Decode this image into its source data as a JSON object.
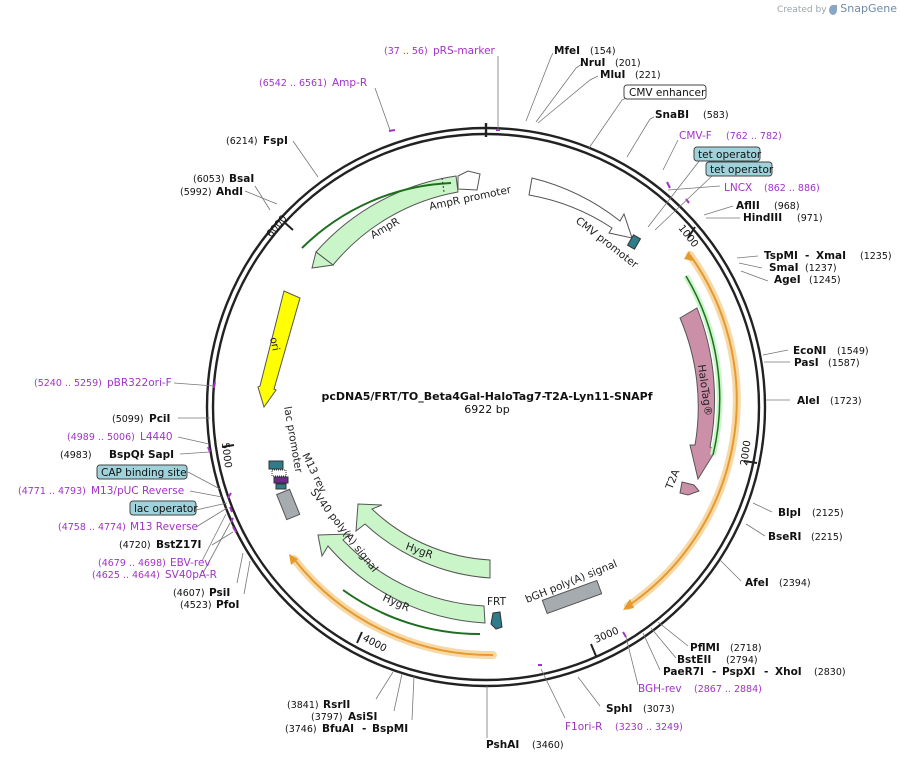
{
  "credit": {
    "prefix": "Created by",
    "brand": "SnapGene"
  },
  "plasmid": {
    "name": "pcDNA5/FRT/TO_Beta4Gal-HaloTag7-T2A-Lyn11-SNAPf",
    "size_label": "6922 bp",
    "length": 6922
  },
  "ticks": [
    "1000",
    "2000",
    "3000",
    "4000",
    "5000",
    "6000"
  ],
  "sites": [
    {
      "name": "MfeI",
      "pos": "(154)"
    },
    {
      "name": "NruI",
      "pos": "(201)"
    },
    {
      "name": "MluI",
      "pos": "(221)"
    },
    {
      "name": "SnaBI",
      "pos": "(583)"
    },
    {
      "name": "AflII",
      "pos": "(968)"
    },
    {
      "name": "HindIII",
      "pos": "(971)"
    },
    {
      "name": "TspMI",
      "name2": "XmaI",
      "pos": "(1235)"
    },
    {
      "name": "SmaI",
      "pos": "(1237)"
    },
    {
      "name": "AgeI",
      "pos": "(1245)"
    },
    {
      "name": "EcoNI",
      "pos": "(1549)"
    },
    {
      "name": "PasI",
      "pos": "(1587)"
    },
    {
      "name": "AleI",
      "pos": "(1723)"
    },
    {
      "name": "BlpI",
      "pos": "(2125)"
    },
    {
      "name": "BseRI",
      "pos": "(2215)"
    },
    {
      "name": "AfeI",
      "pos": "(2394)"
    },
    {
      "name": "PflMI",
      "pos": "(2718)"
    },
    {
      "name": "BstEII",
      "pos": "(2794)"
    },
    {
      "name": "PaeR7I",
      "name2": "PspXI",
      "name3": "XhoI",
      "pos": "(2830)"
    },
    {
      "name": "SphI",
      "pos": "(3073)"
    },
    {
      "name": "PshAI",
      "pos": "(3460)"
    },
    {
      "name": "BfuAI",
      "name2": "BspMI",
      "pos": "(3746)"
    },
    {
      "name": "AsiSI",
      "pos": "(3797)"
    },
    {
      "name": "RsrII",
      "pos": "(3841)"
    },
    {
      "name": "PfoI",
      "pos": "(4523)"
    },
    {
      "name": "PsiI",
      "pos": "(4607)"
    },
    {
      "name": "BstZ17I",
      "pos": "(4720)"
    },
    {
      "name": "BspQI",
      "name2": "SapI",
      "pos": "(4983)"
    },
    {
      "name": "PciI",
      "pos": "(5099)"
    },
    {
      "name": "AhdI",
      "pos": "(5992)"
    },
    {
      "name": "BsaI",
      "pos": "(6053)"
    },
    {
      "name": "FspI",
      "pos": "(6214)"
    }
  ],
  "primers": [
    {
      "name": "pRS-marker",
      "pos": "(37 .. 56)"
    },
    {
      "name": "CMV-F",
      "pos": "(762 .. 782)"
    },
    {
      "name": "LNCX",
      "pos": "(862 .. 886)"
    },
    {
      "name": "BGH-rev",
      "pos": "(2867 .. 2884)"
    },
    {
      "name": "F1ori-R",
      "pos": "(3230 .. 3249)"
    },
    {
      "name": "SV40pA-R",
      "pos": "(4625 .. 4644)"
    },
    {
      "name": "EBV-rev",
      "pos": "(4679 .. 4698)"
    },
    {
      "name": "M13 Reverse",
      "pos": "(4758 .. 4774)"
    },
    {
      "name": "M13/pUC Reverse",
      "pos": "(4771 .. 4793)"
    },
    {
      "name": "L4440",
      "pos": "(4989 .. 5006)"
    },
    {
      "name": "pBR322ori-F",
      "pos": "(5240 .. 5259)"
    },
    {
      "name": "Amp-R",
      "pos": "(6542 .. 6561)"
    }
  ],
  "boxes": [
    {
      "name": "CMV enhancer",
      "style": "plain"
    },
    {
      "name": "tet operator",
      "style": "teal"
    },
    {
      "name": "tet operator",
      "style": "teal"
    },
    {
      "name": "CAP binding site",
      "style": "teal"
    },
    {
      "name": "lac operator",
      "style": "teal"
    }
  ],
  "features": [
    {
      "name": "AmpR promoter"
    },
    {
      "name": "AmpR"
    },
    {
      "name": "ori"
    },
    {
      "name": "CMV promoter"
    },
    {
      "name": "HaloTag®"
    },
    {
      "name": "T2A"
    },
    {
      "name": "bGH poly(A) signal"
    },
    {
      "name": "FRT"
    },
    {
      "name": "HygR"
    },
    {
      "name": "HygR"
    },
    {
      "name": "SV40 poly(A) signal"
    },
    {
      "name": "lac promoter"
    },
    {
      "name": "M13 rev"
    }
  ],
  "colors": {
    "ampr": "#c9f5c9",
    "ori": "#ffff00",
    "halo": "#cc8fa8",
    "poly": "#a6abb0",
    "teal": "#6bb3bd",
    "primer": "#a133c7",
    "orange": "#f0a030",
    "green": "#1a7a1a"
  }
}
